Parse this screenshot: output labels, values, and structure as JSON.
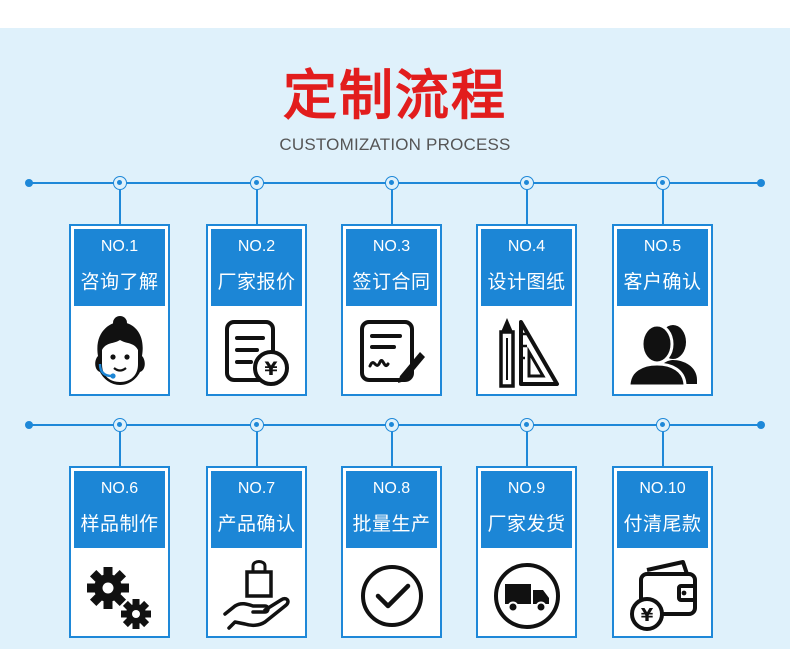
{
  "header": {
    "title": "定制流程",
    "subtitle": "CUSTOMIZATION PROCESS"
  },
  "colors": {
    "accent_blue": "#1e88d8",
    "title_red": "#e21d1d",
    "background": "#dff1fb"
  },
  "steps": [
    {
      "no": "NO.1",
      "label": "咨询了解",
      "icon": "customer-service-icon"
    },
    {
      "no": "NO.2",
      "label": "厂家报价",
      "icon": "quotation-icon"
    },
    {
      "no": "NO.3",
      "label": "签订合同",
      "icon": "contract-signing-icon"
    },
    {
      "no": "NO.4",
      "label": "设计图纸",
      "icon": "design-tools-icon"
    },
    {
      "no": "NO.5",
      "label": "客户确认",
      "icon": "customers-icon"
    },
    {
      "no": "NO.6",
      "label": "样品制作",
      "icon": "gears-icon"
    },
    {
      "no": "NO.7",
      "label": "产品确认",
      "icon": "hand-bag-icon"
    },
    {
      "no": "NO.8",
      "label": "批量生产",
      "icon": "check-circle-icon"
    },
    {
      "no": "NO.9",
      "label": "厂家发货",
      "icon": "delivery-truck-icon"
    },
    {
      "no": "NO.10",
      "label": "付清尾款",
      "icon": "wallet-yen-icon"
    }
  ]
}
